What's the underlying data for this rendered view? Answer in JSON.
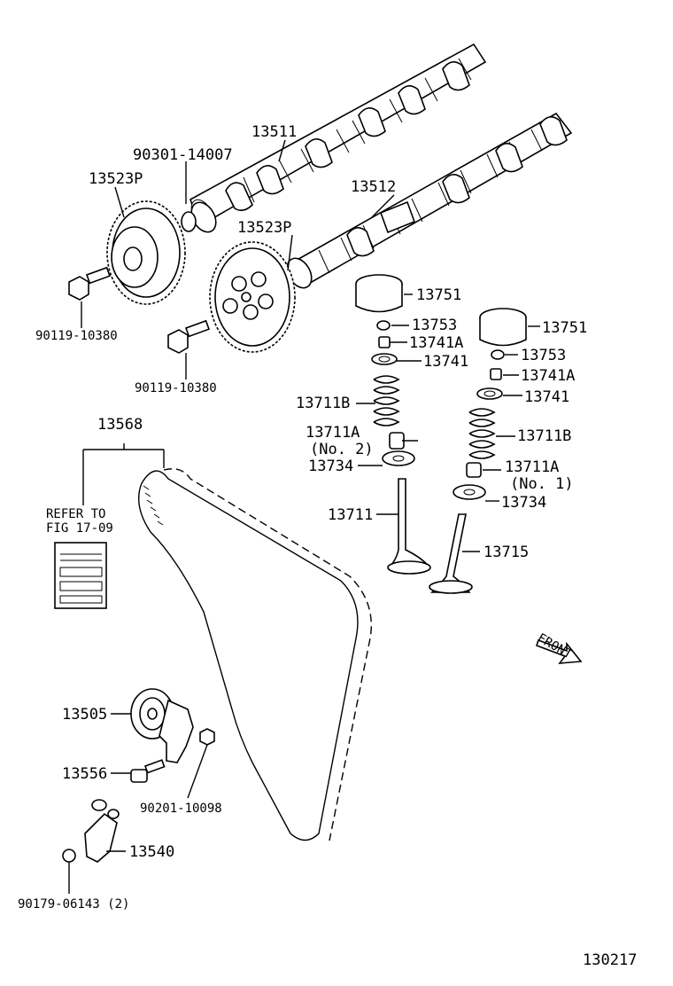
{
  "labels": {
    "camshaft_exhaust": "13511",
    "camshaft_intake": "13512",
    "pin": "90301-14007",
    "sprocket_1": "13523P",
    "sprocket_2": "13523P",
    "bolt_1": "90119-10380",
    "bolt_2": "90119-10380",
    "lifter_left": "13751",
    "lifter_right": "13751",
    "shim_left": "13753",
    "shim_right": "13753",
    "retainer_lock_left": "13741A",
    "retainer_lock_right": "13741A",
    "retainer_left": "13741",
    "retainer_right": "13741",
    "spring_left": "13711B",
    "spring_right": "13711B",
    "seal_no2_line1": "13711A",
    "seal_no2_line2": "(No. 2)",
    "seat_left": "13734",
    "seat_right": "13734",
    "seal_no1_line1": "13711A",
    "seal_no1_line2": "(No. 1)",
    "valve_intake": "13711",
    "valve_exhaust": "13715",
    "timing_belt": "13568",
    "refer_line1": "REFER TO",
    "refer_line2": "FIG 17-09",
    "idler_pulley": "13505",
    "idler_bolt": "13556",
    "nut": "90201-10098",
    "tensioner": "13540",
    "tensioner_nut": "90179-06143 (2)",
    "front_marker": "FRONT",
    "diagram_id": "130217"
  }
}
